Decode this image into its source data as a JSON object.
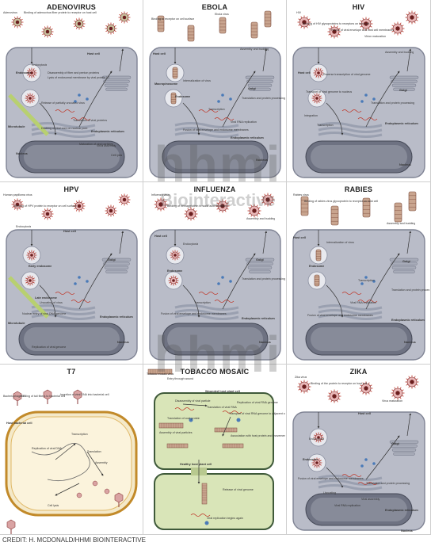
{
  "credit": "CREDIT: H. MCDONALD/HHMI BIOINTERACTIVE",
  "watermark": {
    "logo": "hhmi",
    "sub": "Biointeractive"
  },
  "colors": {
    "cell": "#b9bcc8",
    "nucleus": "#6e7282",
    "er": "#9aa0b0",
    "plant": "#d9e5b8",
    "virus_red": "#c0392b",
    "pink": "#e9b7b7"
  },
  "panels": [
    {
      "title": "ADENOVIRUS",
      "labels": [
        "Adenovirus",
        "Binding of adenovirus fiber protein to receptor on host cell",
        "Host cell",
        "Endosome",
        "Endocytosis",
        "Disassembly of fiber and penton proteins",
        "Lysis of endosomal membrane by viral protein VI",
        "Release of partially uncoated virus",
        "Microtubule",
        "Docking of viral core on nuclear pore",
        "Translation of viral proteins",
        "Nucleus",
        "Maturation of viral particles",
        "Virus assembly",
        "Cell lysis",
        "Endoplasmic reticulum"
      ]
    },
    {
      "title": "EBOLA",
      "labels": [
        "Binding to receptor on cell surface",
        "Ebola virus",
        "Host cell",
        "Internalization of virus",
        "Macropinosome",
        "Endosome",
        "Fusion of viral envelope and endosome membranes",
        "Transcription",
        "Viral RNA replication",
        "Translation and protein processing",
        "Golgi",
        "Assembly and budding",
        "Endoplasmic reticulum",
        "Nucleus"
      ]
    },
    {
      "title": "HIV",
      "labels": [
        "HIV",
        "Binding of HIV glycoproteins to receptors on host cell",
        "Fusion of viral envelope and host cell membranes",
        "Virion maturation",
        "Assembly and budding",
        "Host cell",
        "Reverse transcription of viral genome",
        "Transport of viral genome to nucleus",
        "Translation and protein processing",
        "Integration",
        "Transcription",
        "Endoplasmic reticulum",
        "Golgi",
        "Nucleus"
      ]
    },
    {
      "title": "HPV",
      "labels": [
        "Human papilloma virus",
        "Binding of HPV protein to receptor on cell surface",
        "Host cell",
        "Endocytosis",
        "Early endosome",
        "Late endosome",
        "Uncoating of virus",
        "Microtubule",
        "Nuclear entry of viral DNA genome",
        "Golgi",
        "Endoplasmic reticulum",
        "Nucleus",
        "Replication of viral genome"
      ]
    },
    {
      "title": "INFLUENZA",
      "labels": [
        "Influenza virus",
        "Binding of hemagglutinin to sialic acid receptors",
        "Host cell",
        "Endocytosis",
        "Endosome",
        "Fusion of viral envelope and endosome membranes",
        "Transcription",
        "Translation and protein processing",
        "Golgi",
        "Endoplasmic reticulum",
        "Nucleus",
        "Assembly and budding"
      ]
    },
    {
      "title": "RABIES",
      "labels": [
        "Rabies virus",
        "Binding of rabies virus glycoprotein to receptor on host cell",
        "Host cell",
        "Internalization of virus",
        "Endosome",
        "Fusion of viral envelope and endosome membranes",
        "Transcription",
        "Viral RNA replication",
        "Translation and protein processing",
        "Golgi",
        "Assembly and budding",
        "Endoplasmic reticulum",
        "Nucleus"
      ]
    },
    {
      "title": "T7",
      "labels": [
        "Bacteriophage T7",
        "Binding of tail fibers to bacterial cell",
        "Insertion of viral DNA into bacterial cell",
        "Host bacterial cell",
        "Transcription",
        "Replication of viral DNA",
        "Translation",
        "Assembly",
        "Cell lysis"
      ]
    },
    {
      "title": "TOBACCO MOSAIC",
      "labels": [
        "Tobacco mosaic virus",
        "Entry through wound",
        "Wounded host plant cell",
        "Disassembly of viral particle",
        "Translation of viral RNA",
        "Replication of viral RNA genome",
        "Translation of coat protein",
        "Assembly of viral particles",
        "Transport of viral RNA genome to adjacent cells through plasmodesmata",
        "Association with host protein and movement to adjacent cell",
        "Healthy host plant cell",
        "Release of viral genome",
        "Viral replication begins again"
      ]
    },
    {
      "title": "ZIKA",
      "labels": [
        "Zika virus",
        "Binding of the protein to receptor on host cell",
        "Host cell",
        "Virus maturation",
        "Endocytosis",
        "Endosome",
        "Fusion of viral envelope and endosome membranes",
        "Uncoating",
        "Translation and protein processing",
        "Viral RNA replication",
        "Viral assembly",
        "Golgi",
        "Endoplasmic reticulum",
        "Nucleus"
      ]
    }
  ]
}
